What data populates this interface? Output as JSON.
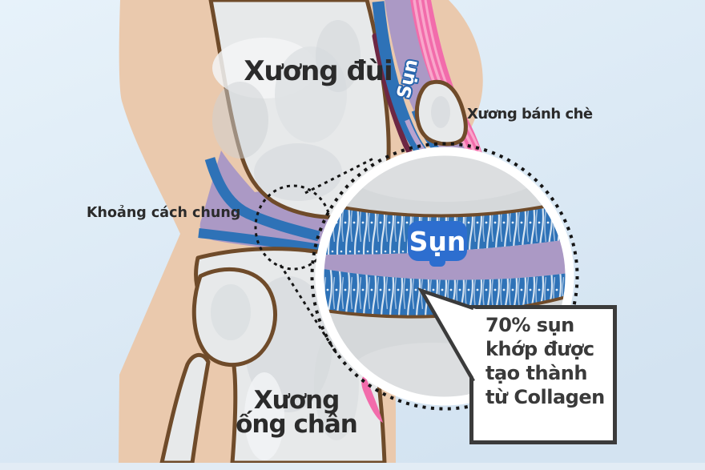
{
  "illustration": {
    "title": "Knee joint cartilage diagram",
    "labels": {
      "femur": "Xương đùi",
      "patella": "Xương bánh chè",
      "joint_space": "Khoảng cách chung",
      "shin_line1": "Xương",
      "shin_line2": "ống chân",
      "cartilage_side": "Sụn",
      "cartilage_zoom": "Sụn"
    },
    "callout": {
      "lines": [
        "70% sụn",
        "khớp được",
        "tạo thành",
        "từ Collagen"
      ]
    },
    "colors": {
      "background": "#dcebf7",
      "skin": "#eac9ad",
      "bone": "#e7e9ea",
      "bone_shadow": "#d0d4d7",
      "bone_outline": "#6f4b2a",
      "cartilage_blue": "#2e72b7",
      "joint_purple": "#ab99c5",
      "ligament_pink": "#f26cab",
      "ligament_pink_light": "#f9a6cb",
      "meniscus_maroon": "#6d2743",
      "zoom_bone": "#d5d8da",
      "badge_blue": "#2d6ecf",
      "callout_border": "#3b3b3b",
      "dash_black": "#151515",
      "text_dark": "#2b2b2b"
    }
  }
}
